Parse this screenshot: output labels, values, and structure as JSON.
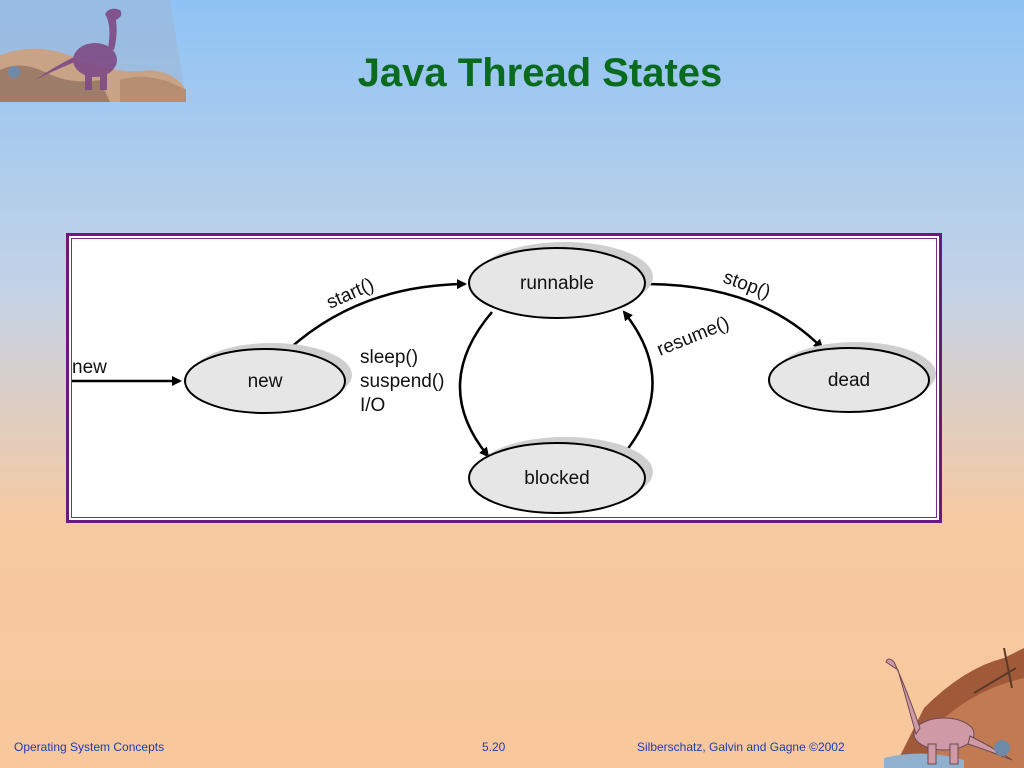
{
  "slide": {
    "title": "Java Thread States"
  },
  "diagram": {
    "nodes": {
      "new": "new",
      "runnable": "runnable",
      "blocked": "blocked",
      "dead": "dead"
    },
    "edges": {
      "entry": "new",
      "start": "start()",
      "stop": "stop()",
      "resume": "resume()",
      "block_line1": "sleep()",
      "block_line2": "suspend()",
      "block_line3": "I/O"
    }
  },
  "footer": {
    "left": "Operating System Concepts",
    "center": "5.20",
    "right": "Silberschatz, Galvin and  Gagne ©2002"
  },
  "colors": {
    "title": "#0a6b1f",
    "frame": "#6a1a7a",
    "footer_text": "#1a3fb0",
    "node_fill": "#e6e6e6"
  }
}
